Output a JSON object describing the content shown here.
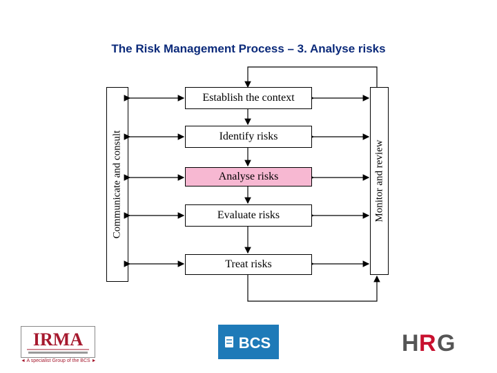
{
  "title": "The Risk Management Process – 3. Analyse risks",
  "diagram": {
    "left_bar": "Communicate and consult",
    "right_bar": "Monitor and review",
    "steps": [
      {
        "label": "Establish the context",
        "highlighted": false
      },
      {
        "label": "Identify risks",
        "highlighted": false
      },
      {
        "label": "Analyse risks",
        "highlighted": true
      },
      {
        "label": "Evaluate risks",
        "highlighted": false
      },
      {
        "label": "Treat risks",
        "highlighted": false
      }
    ],
    "highlight_color": "#f7b8d2"
  },
  "logos": {
    "irma": {
      "name": "IRMA",
      "tagline": "◄ A specialist Group of the BCS ►"
    },
    "bcs": {
      "name": "BCS"
    },
    "hrg": {
      "name": "HRG"
    }
  },
  "colors": {
    "title": "#0b2a7a",
    "irma_red": "#a6192e",
    "bcs_blue": "#1e7ab8",
    "hrg_red": "#c8102e"
  }
}
